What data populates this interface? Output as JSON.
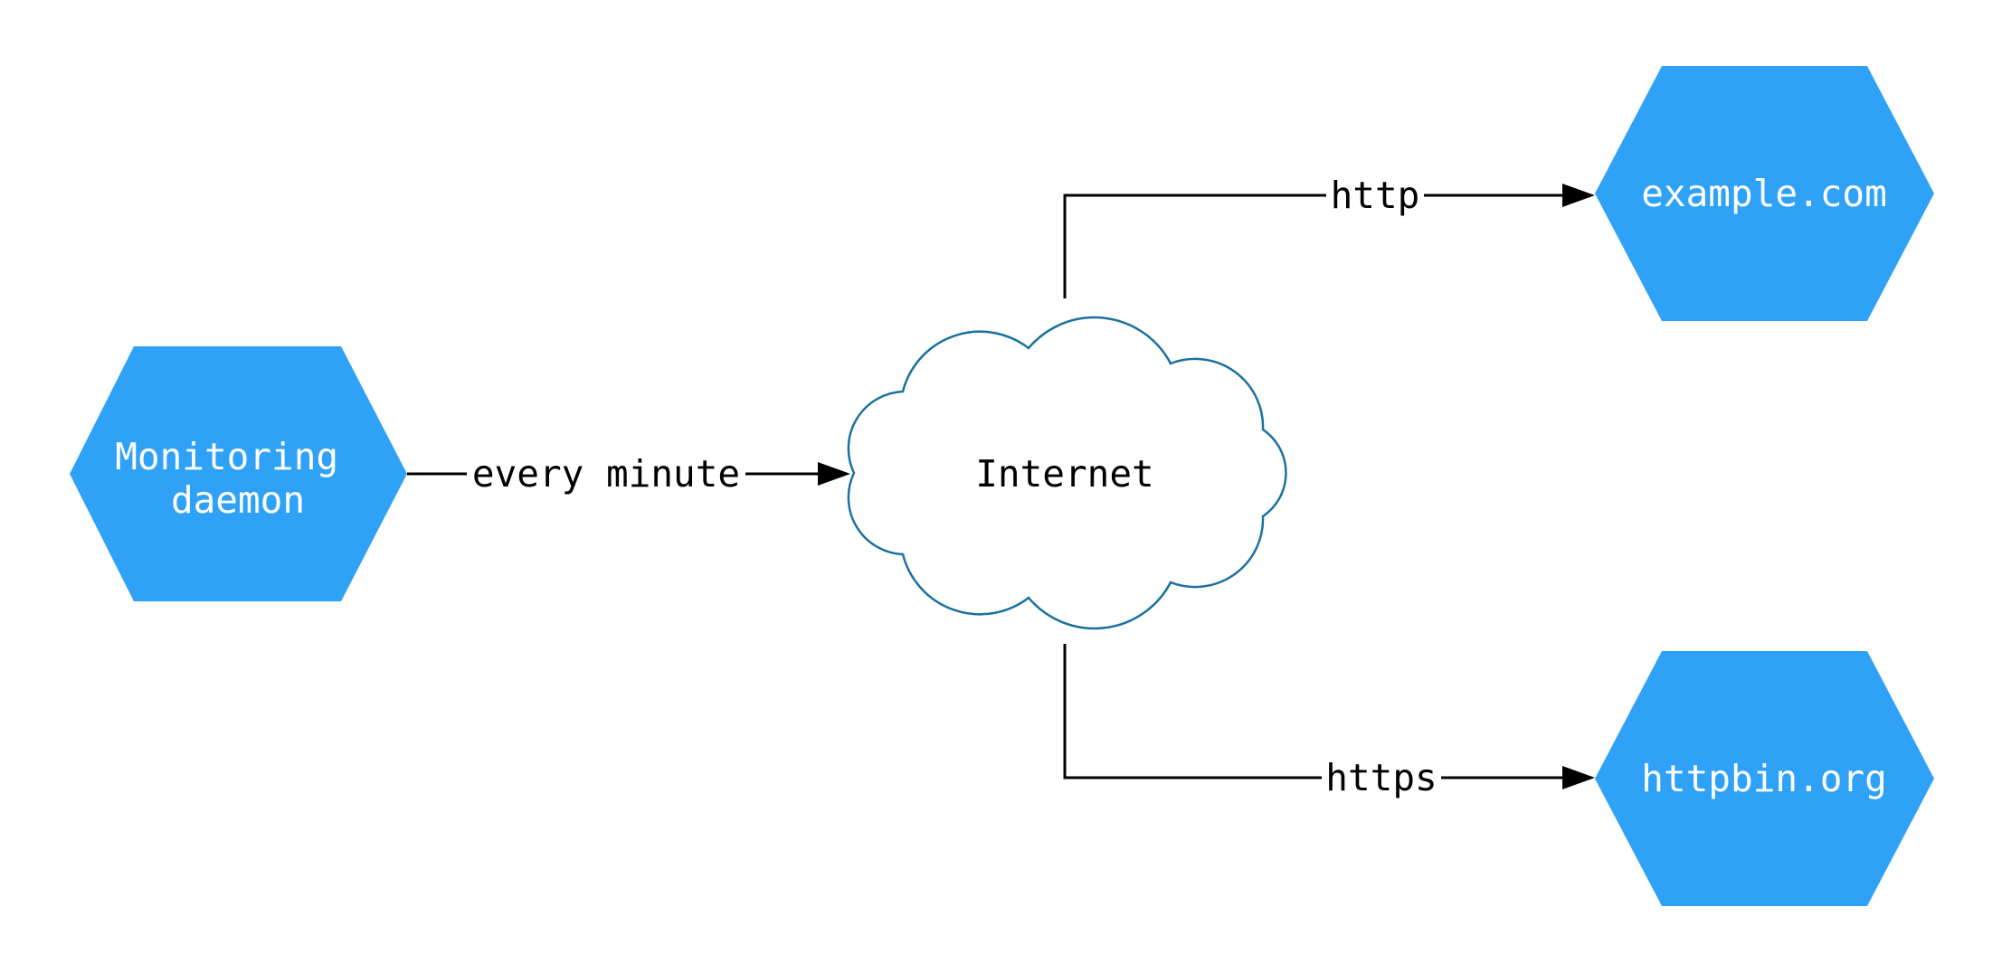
{
  "diagram": {
    "colors": {
      "background": "#ffffff",
      "node_fill": "#2FA2F8",
      "node_text": "#ffffff",
      "cloud_fill": "#ffffff",
      "cloud_stroke": "#1B719F",
      "edge_line": "#000000",
      "edge_text": "#000000"
    },
    "nodes": {
      "monitoring_daemon": {
        "shape": "hexagon",
        "line1": "Monitoring",
        "line2": "daemon"
      },
      "internet": {
        "shape": "cloud",
        "label": "Internet"
      },
      "example_com": {
        "shape": "hexagon",
        "label": "example.com"
      },
      "httpbin_org": {
        "shape": "hexagon",
        "label": "httpbin.org"
      }
    },
    "edges": [
      {
        "from": "Monitoring daemon",
        "to": "Internet",
        "label": "every minute"
      },
      {
        "from": "Internet",
        "to": "example.com",
        "label": "http"
      },
      {
        "from": "Internet",
        "to": "httpbin.org",
        "label": "https"
      }
    ]
  }
}
